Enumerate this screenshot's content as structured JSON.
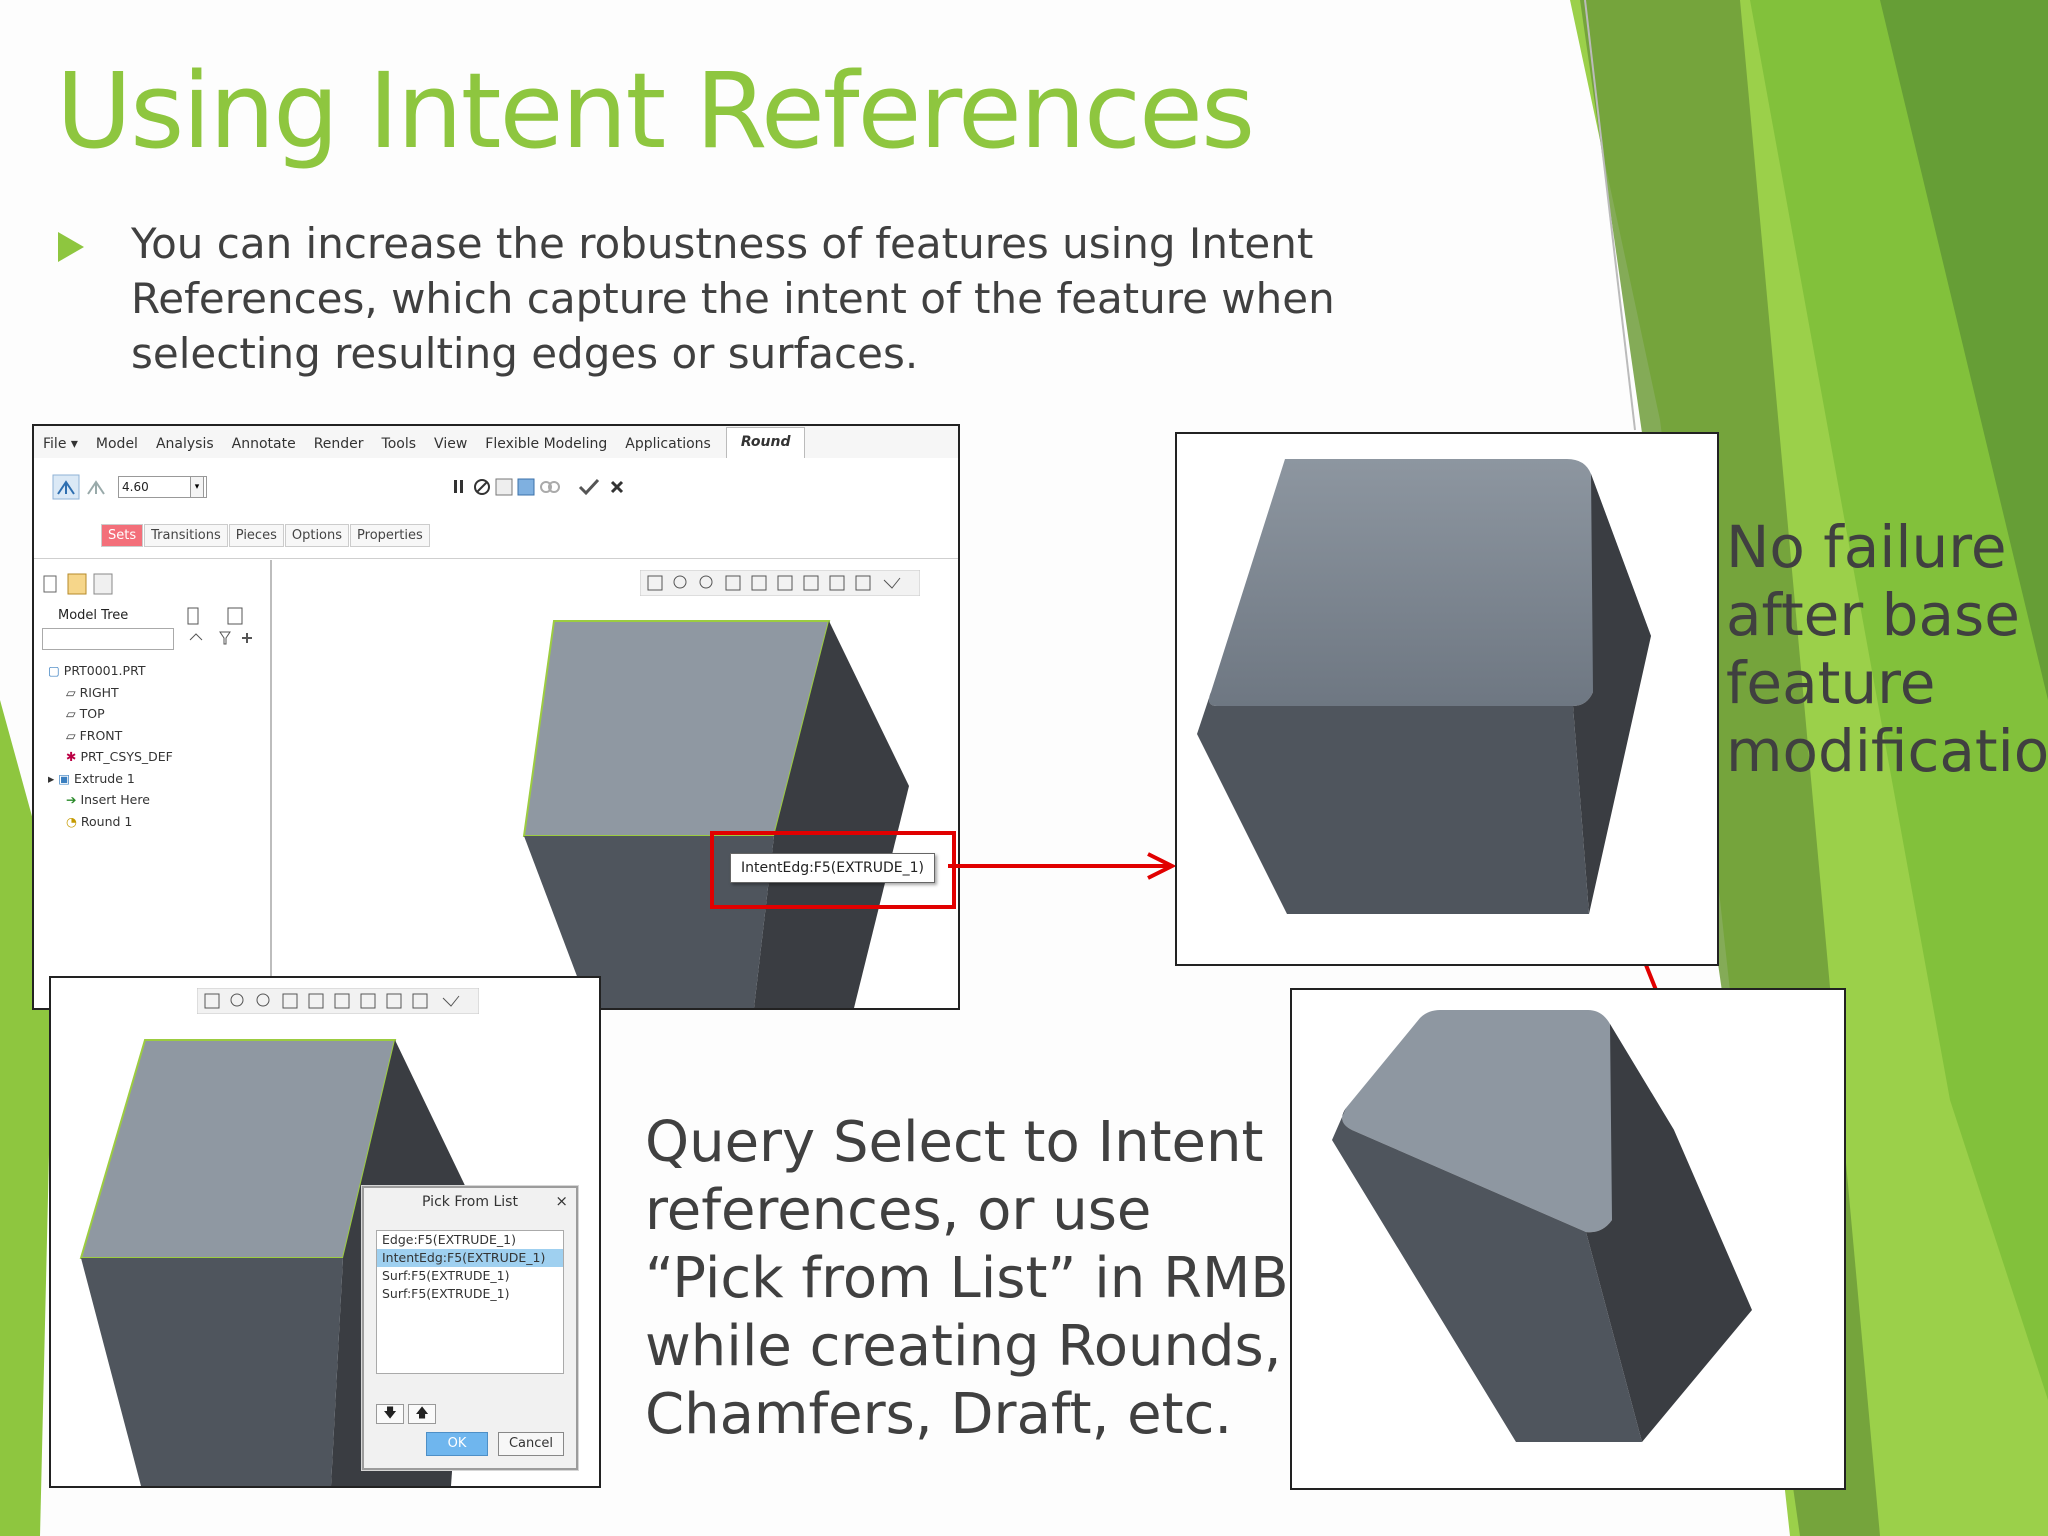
{
  "slide": {
    "title": "Using Intent References",
    "bullet": "You can increase the robustness of features using Intent References, which capture the intent of the feature when selecting resulting edges or surfaces.",
    "side_note": [
      "No failure",
      "after base",
      "feature",
      "modification"
    ],
    "query_note": "Query Select to Intent references, or use “Pick from List” in RMB while creating Rounds, Chamfers, Draft, etc.",
    "accent_color": "#8ec63f",
    "arrow_color": "#e10000"
  },
  "creo": {
    "menu": [
      "File ▾",
      "Model",
      "Analysis",
      "Annotate",
      "Render",
      "Tools",
      "View",
      "Flexible Modeling",
      "Applications"
    ],
    "active_tab": "Round",
    "radius_value": "4.60",
    "subtabs": [
      "Sets",
      "Transitions",
      "Pieces",
      "Options",
      "Properties"
    ],
    "model_tree_header": "Model Tree",
    "tree": [
      "PRT0001.PRT",
      "RIGHT",
      "TOP",
      "FRONT",
      "PRT_CSYS_DEF",
      "Extrude 1",
      "Insert Here",
      "Round 1"
    ],
    "tree_icons": [
      "part-icon",
      "plane-icon",
      "plane-icon",
      "plane-icon",
      "csys-icon",
      "extrude-icon",
      "insert-arrow-icon",
      "round-icon"
    ],
    "tooltip": "IntentEdg:F5(EXTRUDE_1)"
  },
  "pick_dialog": {
    "title": "Pick From List",
    "close": "×",
    "items": [
      "Edge:F5(EXTRUDE_1)",
      "IntentEdg:F5(EXTRUDE_1)",
      "Surf:F5(EXTRUDE_1)",
      "Surf:F5(EXTRUDE_1)"
    ],
    "selected_index": 1,
    "ok": "OK",
    "cancel": "Cancel",
    "down": "🡇",
    "up": "🡅"
  }
}
